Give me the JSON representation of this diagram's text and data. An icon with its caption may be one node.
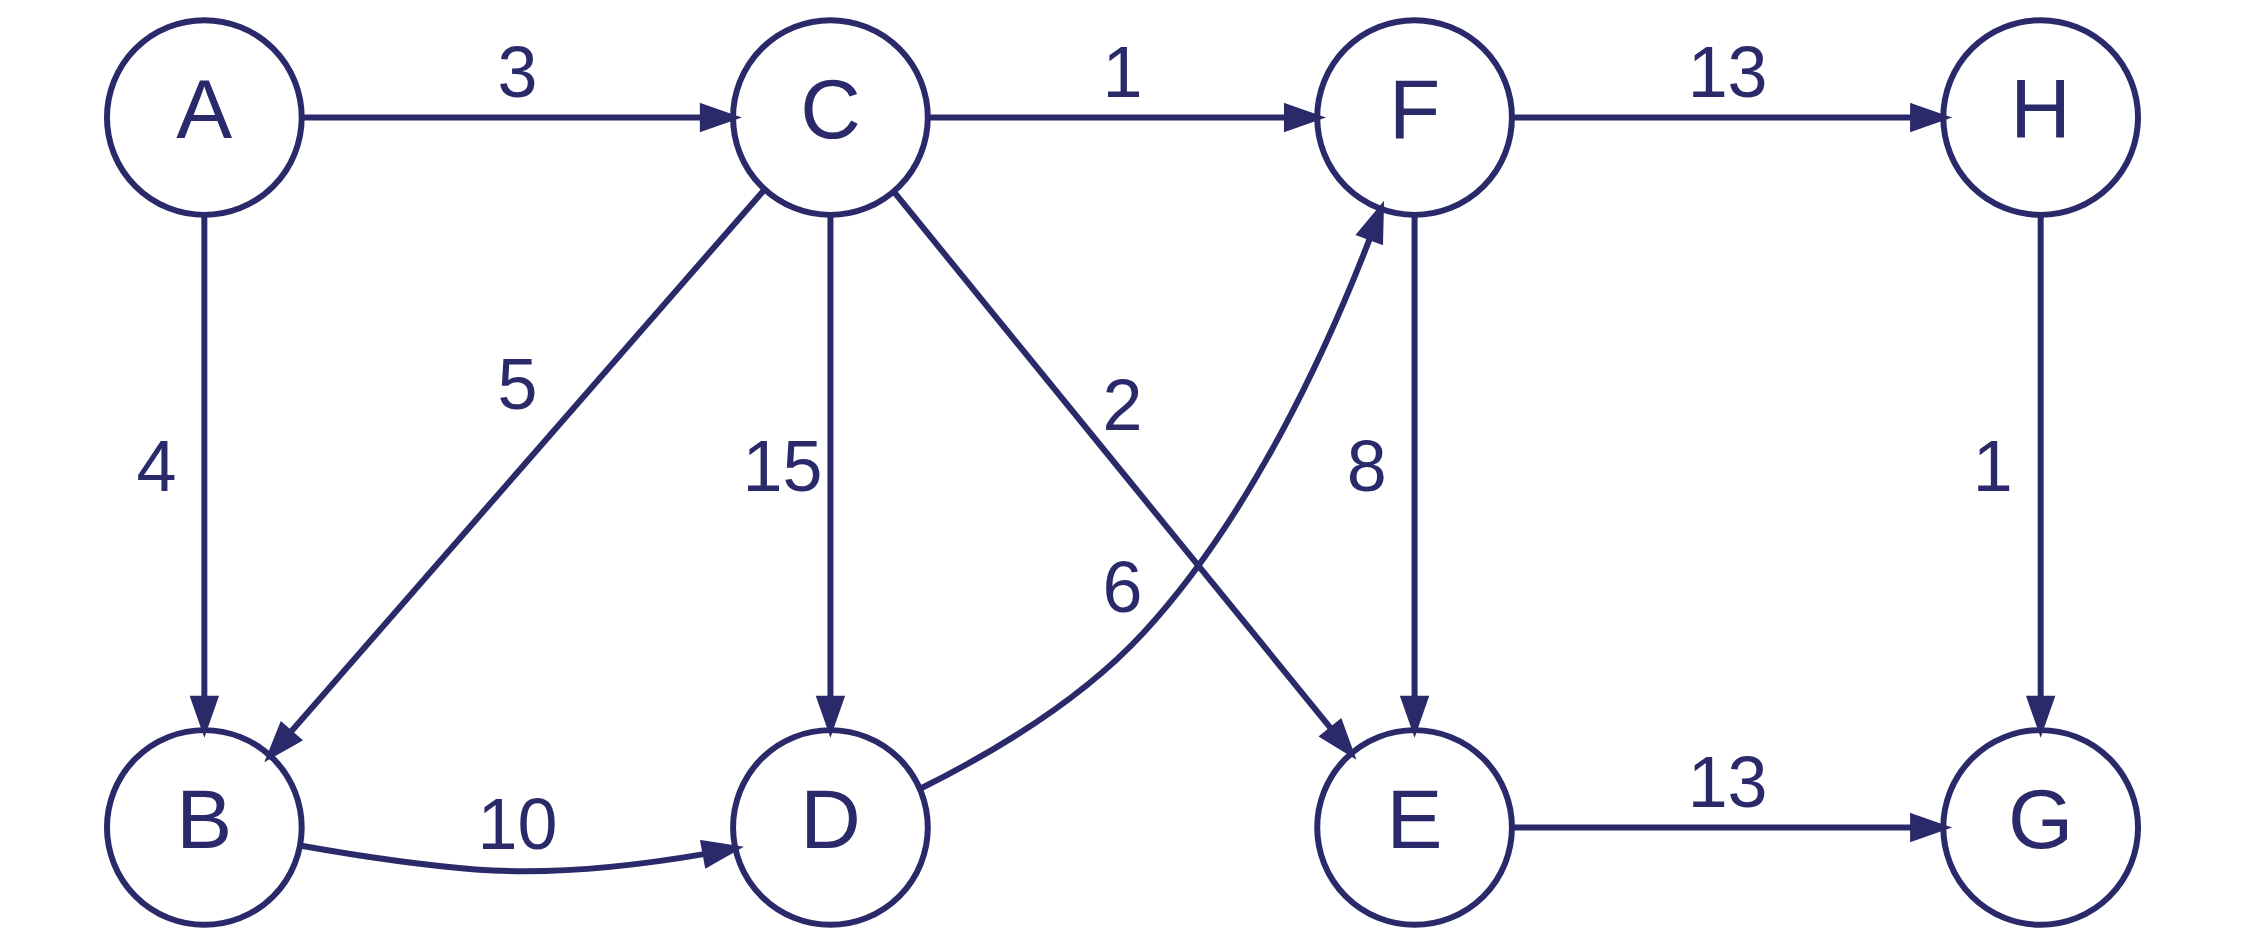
{
  "diagram": {
    "nodes": [
      {
        "text": [
          "B"
        ]
      },
      {
        "text": [
          "D"
        ]
      },
      {
        "text": [
          "F"
        ]
      },
      {
        "text": [
          "H"
        ]
      },
      {
        "text": [
          "A"
        ]
      },
      {
        "text": [
          "C"
        ]
      },
      {
        "text": [
          "E"
        ]
      },
      {
        "text": [
          "G"
        ]
      }
    ],
    "edges": [
      {
        "from": 4,
        "to": 0,
        "arrow": "to",
        "label": "4"
      },
      {
        "from": 4,
        "to": 5,
        "arrow": "to",
        "label": "3"
      },
      {
        "from": 5,
        "to": 0,
        "arrow": "to",
        "label": "5"
      },
      {
        "from": 0,
        "to": 1,
        "arrow": "to",
        "label": "10"
      },
      {
        "from": 5,
        "to": 1,
        "arrow": "to",
        "label": "15"
      },
      {
        "from": 5,
        "to": 2,
        "arrow": "to",
        "label": "1"
      },
      {
        "from": 5,
        "to": 6,
        "arrow": "to",
        "label": "2"
      },
      {
        "from": 1,
        "to": 2,
        "arrow": "to",
        "label": "6"
      },
      {
        "from": 2,
        "to": 3,
        "arrow": "to",
        "label": "13"
      },
      {
        "from": 2,
        "to": 6,
        "arrow": "to",
        "label": "8"
      },
      {
        "from": 3,
        "to": 7,
        "arrow": "to",
        "label": "1"
      },
      {
        "from": 6,
        "to": 7,
        "arrow": "to",
        "label": "13"
      }
    ]
  }
}
